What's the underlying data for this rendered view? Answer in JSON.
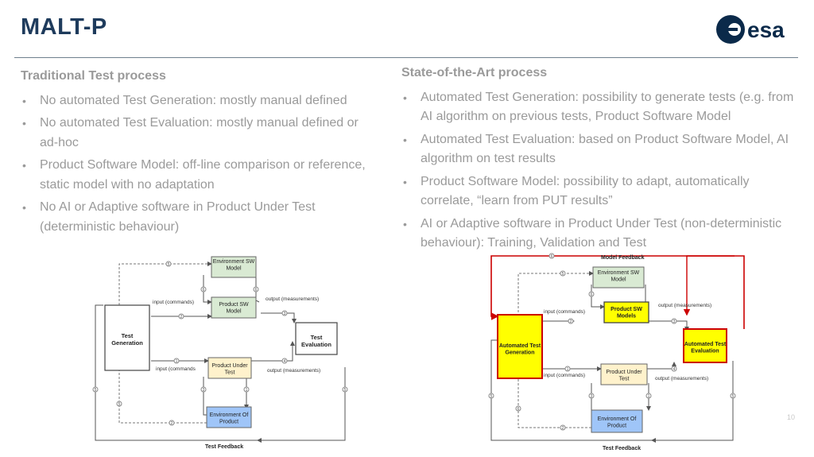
{
  "slide": {
    "title": "MALT-P",
    "logo_text": "esa",
    "page_number": "10"
  },
  "left_column": {
    "heading": "Traditional Test process",
    "bullets": [
      "No automated Test Generation: mostly manual defined",
      "No automated Test Evaluation: mostly manual defined or ad-hoc",
      "Product Software Model: off-line comparison or reference, static model with no adaptation",
      "No AI or Adaptive software in Product Under Test (deterministic behaviour)"
    ]
  },
  "right_column": {
    "heading": "State-of-the-Art process",
    "bullets": [
      "Automated Test Generation: possibility to generate tests (e.g. from AI algorithm on previous tests, Product Software Model",
      "Automated Test Evaluation: based on Product Software Model, AI algorithm on test results",
      "Product Software Model: possibility to adapt, automatically correlate, “learn from PUT results”",
      "AI or Adaptive software in Product Under Test (non-deterministic behaviour): Training, Validation and Test"
    ]
  },
  "diagram_left": {
    "nodes": {
      "env_sw": "Environment SW Model",
      "product_sw": "Product SW Model",
      "test_gen": "Test Generation",
      "test_eval": "Test Evaluation",
      "put": "Product Under Test",
      "env_prod": "Environment Of Product"
    },
    "labels": {
      "input_top": "input (commands)",
      "output_top": "output (measurements)",
      "input_bottom": "input (commands",
      "output_bottom": "output (measurements)",
      "feedback": "Test Feedback"
    },
    "markers": [
      "5",
      "6",
      "6",
      "2",
      "3",
      "1",
      "4",
      "3",
      "1",
      "2",
      "5",
      "5",
      "5"
    ]
  },
  "diagram_right": {
    "nodes": {
      "env_sw": "Environment SW Model",
      "product_sw": "Product SW Models",
      "test_gen": "Automated Test Generation",
      "test_eval": "Automated Test Evaluation",
      "put": "Product Under Test",
      "env_prod": "Environment Of Product"
    },
    "labels": {
      "input_top": "input (commands)",
      "output_top": "output (measurements)",
      "input_bottom": "input (commands)",
      "output_bottom": "output (measurements)",
      "model_feedback": "Model Feedback",
      "test_feedback": "Test Feedback"
    },
    "markers": [
      "6",
      "5",
      "6",
      "2",
      "3",
      "1",
      "4",
      "3",
      "1",
      "2",
      "5",
      "5",
      "6"
    ]
  },
  "colors": {
    "title": "#1e3b5c",
    "text": "#9a9a9a",
    "env_sw": "#d9ead3",
    "product_sw": "#d9ead3",
    "put": "#fff2cc",
    "env_prod": "#9fc5f8",
    "highlight": "#ffff00",
    "feedback_red": "#cc0000"
  }
}
